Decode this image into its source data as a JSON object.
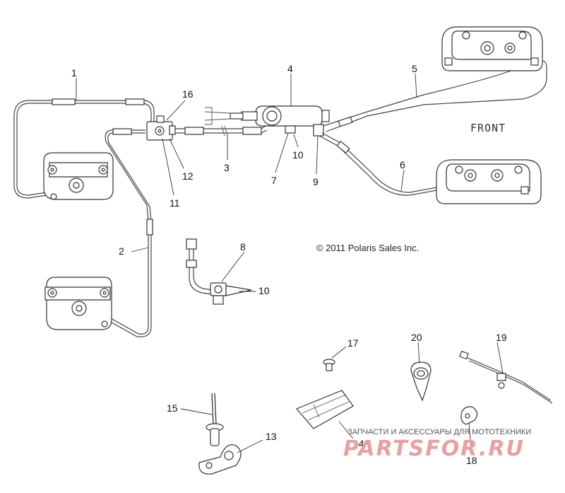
{
  "diagram": {
    "front_label": "FRONT",
    "copyright": "© 2011 Polaris Sales Inc.",
    "callouts": [
      "1",
      "2",
      "3",
      "4",
      "5",
      "6",
      "7",
      "8",
      "9",
      "10",
      "10",
      "11",
      "12",
      "13",
      "14",
      "15",
      "16",
      "17",
      "18",
      "19",
      "20"
    ]
  },
  "watermark": {
    "caption": "ЗАПЧАСТИ И АКСЕССУАРЫ ДЛЯ МОТОТЕХНИКИ",
    "logo_text": "PARTSFOR.RU"
  }
}
